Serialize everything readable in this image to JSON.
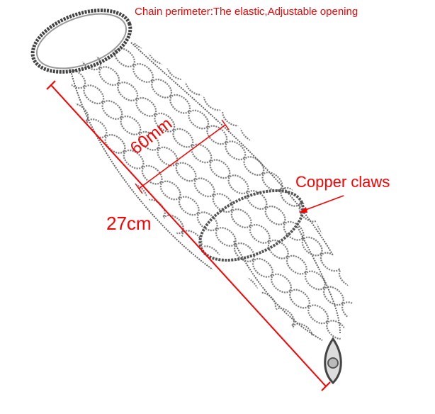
{
  "annotations": {
    "perimeter_note": "Chain perimeter:The elastic,Adjustable opening",
    "copper_claws": "Copper claws",
    "length": "27cm",
    "width": "60mm"
  },
  "colors": {
    "annotation": "#ff0000",
    "metal": "#8a8a8a"
  }
}
